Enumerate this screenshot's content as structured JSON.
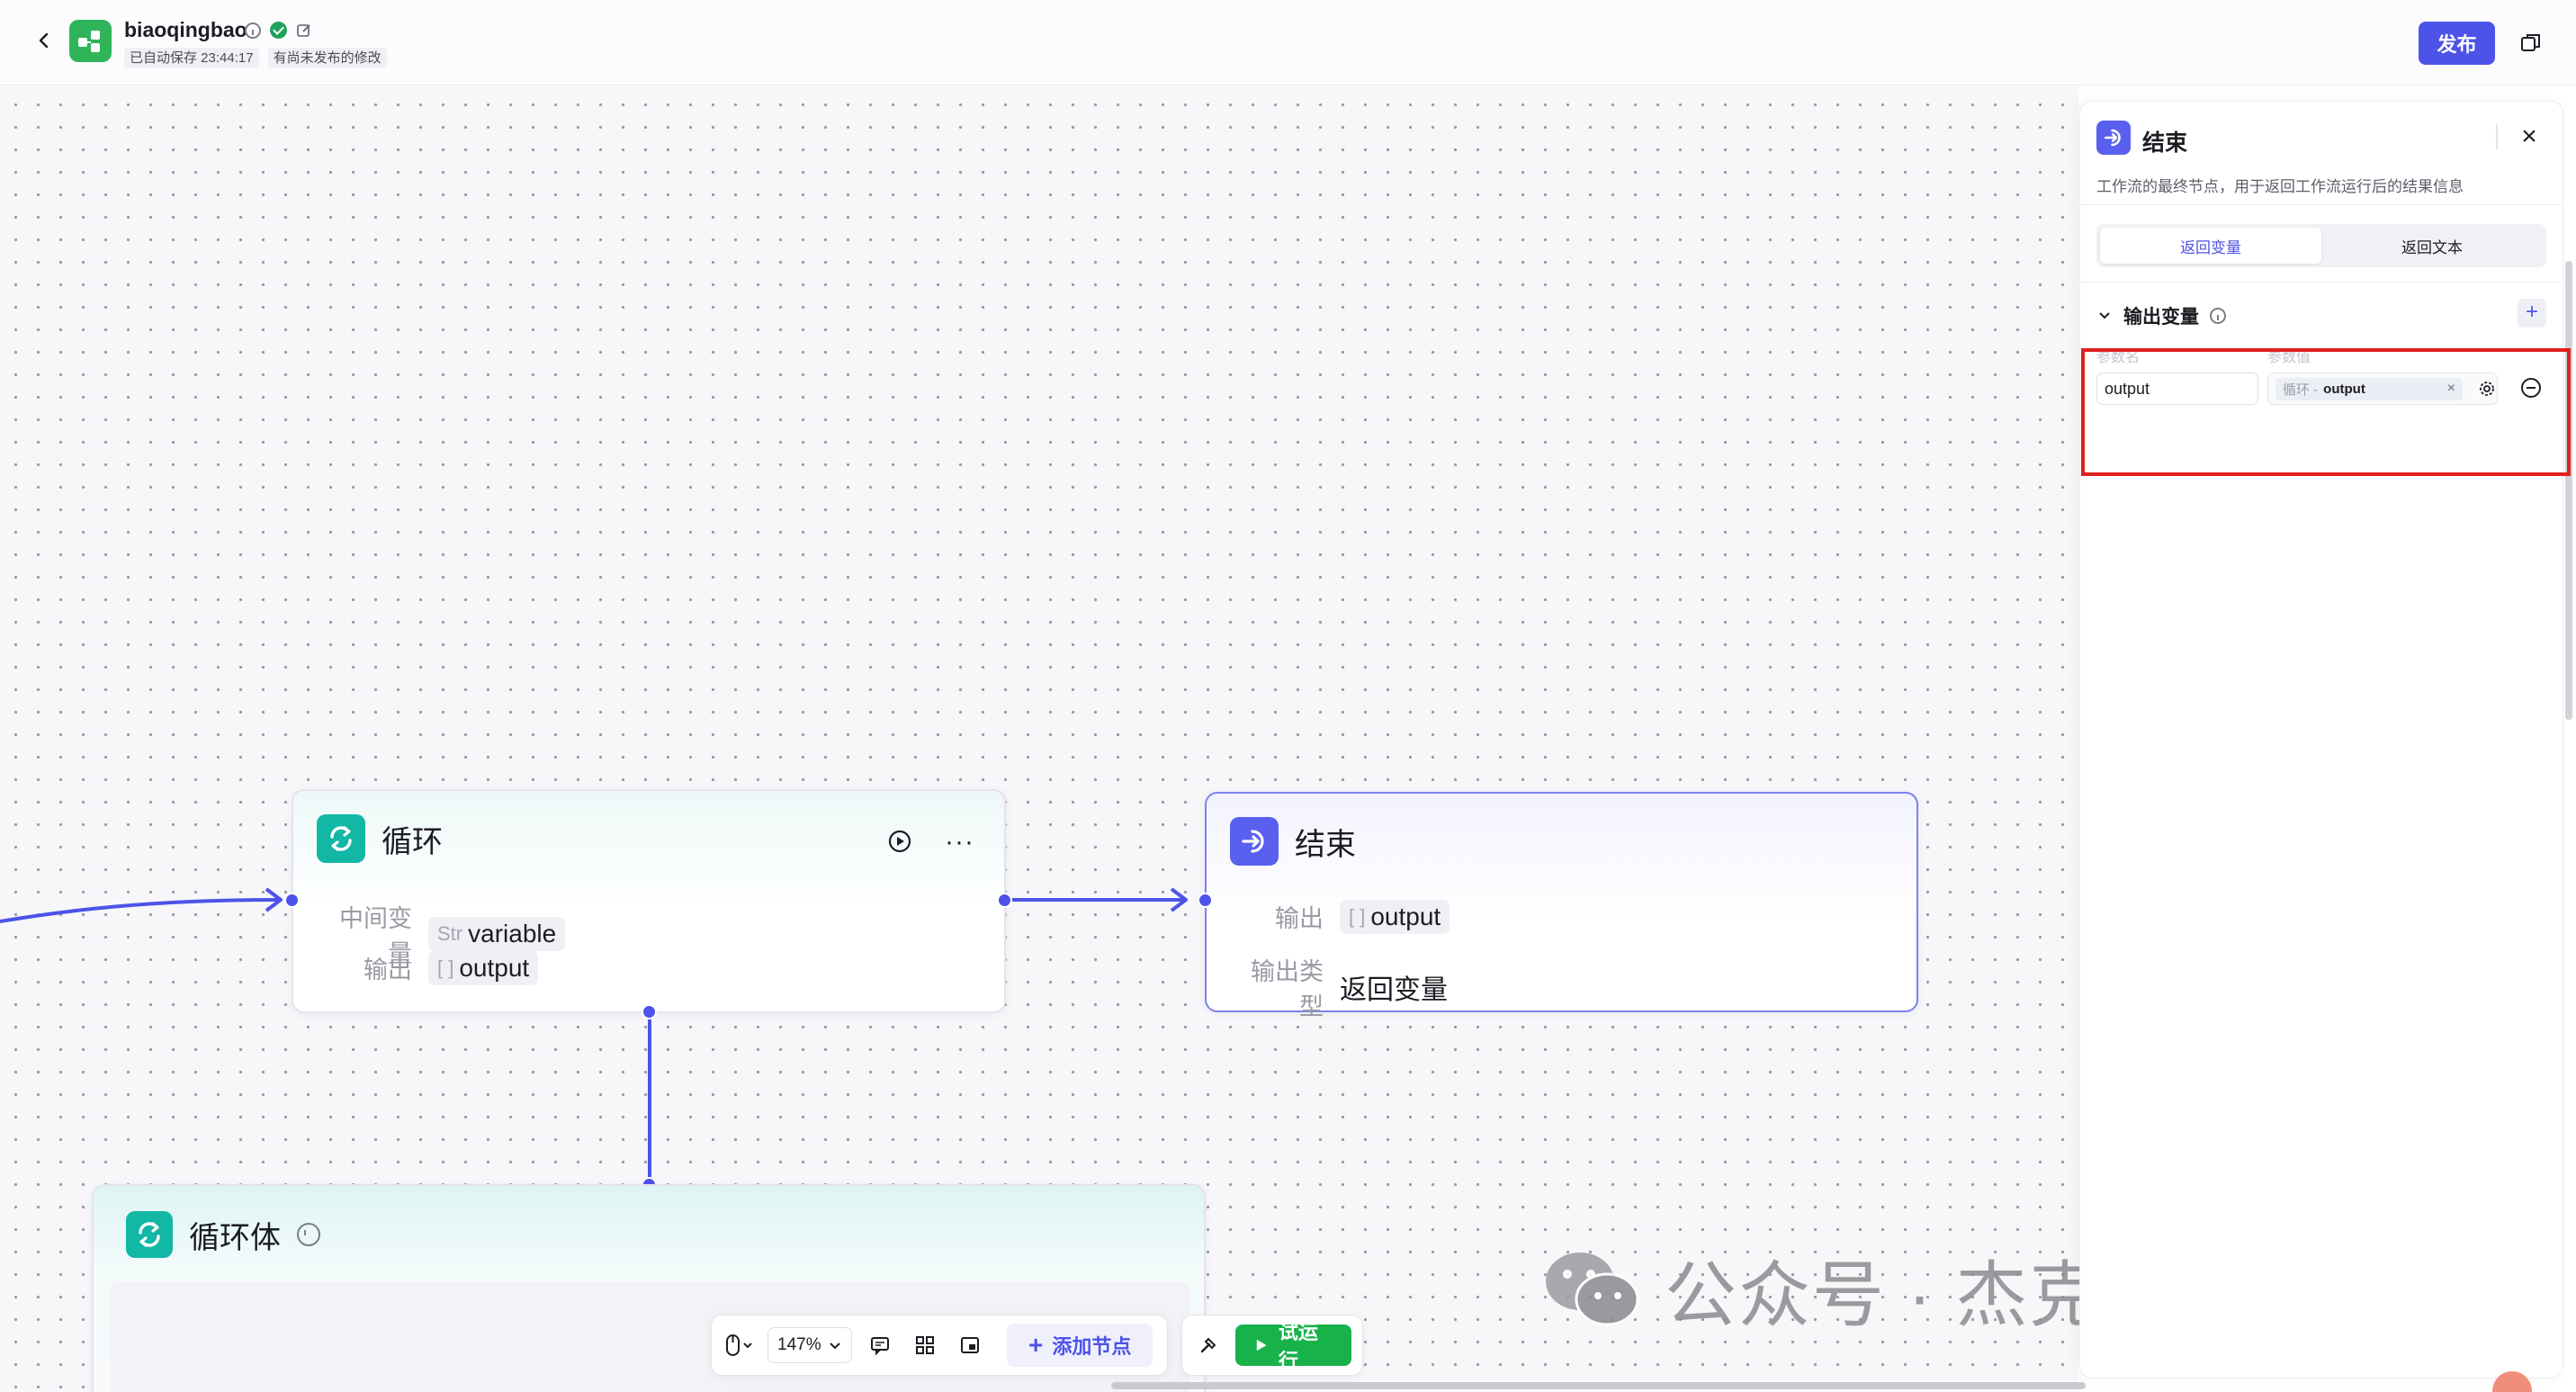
{
  "header": {
    "app_name": "biaoqingbao",
    "autosave": "已自动保存 23:44:17",
    "unpublished": "有尚未发布的修改",
    "publish_label": "发布"
  },
  "nodes": {
    "loop": {
      "title": "循环",
      "rows": [
        {
          "label": "中间变量",
          "type_prefix": "Str",
          "value": "variable"
        },
        {
          "label": "输出",
          "type_prefix": "[ ]",
          "value": "output"
        }
      ]
    },
    "end": {
      "title": "结束",
      "rows": [
        {
          "label": "输出",
          "type_prefix": "[ ]",
          "value": "output"
        },
        {
          "label": "输出类型",
          "value": "返回变量"
        }
      ]
    },
    "loop_body": {
      "title": "循环体"
    }
  },
  "toolbar": {
    "zoom": "147%",
    "add_node_label": "添加节点",
    "run_label": "试运行"
  },
  "watermark": {
    "text": "公众号 · 杰克船长的AIGC"
  },
  "panel": {
    "title": "结束",
    "description": "工作流的最终节点，用于返回工作流运行后的结果信息",
    "tabs": [
      {
        "label": "返回变量",
        "active": true
      },
      {
        "label": "返回文本",
        "active": false
      }
    ],
    "section_title": "输出变量",
    "col_name": "参数名",
    "col_value": "参数值",
    "param": {
      "name": "output",
      "ref_source": "循环 -",
      "ref_var": "output"
    }
  },
  "colors": {
    "accent": "#4d53e8",
    "loop_icon": "#12b7a6",
    "end_icon": "#5960ef",
    "run_button": "#18b24b",
    "highlight_box": "#e02020"
  }
}
